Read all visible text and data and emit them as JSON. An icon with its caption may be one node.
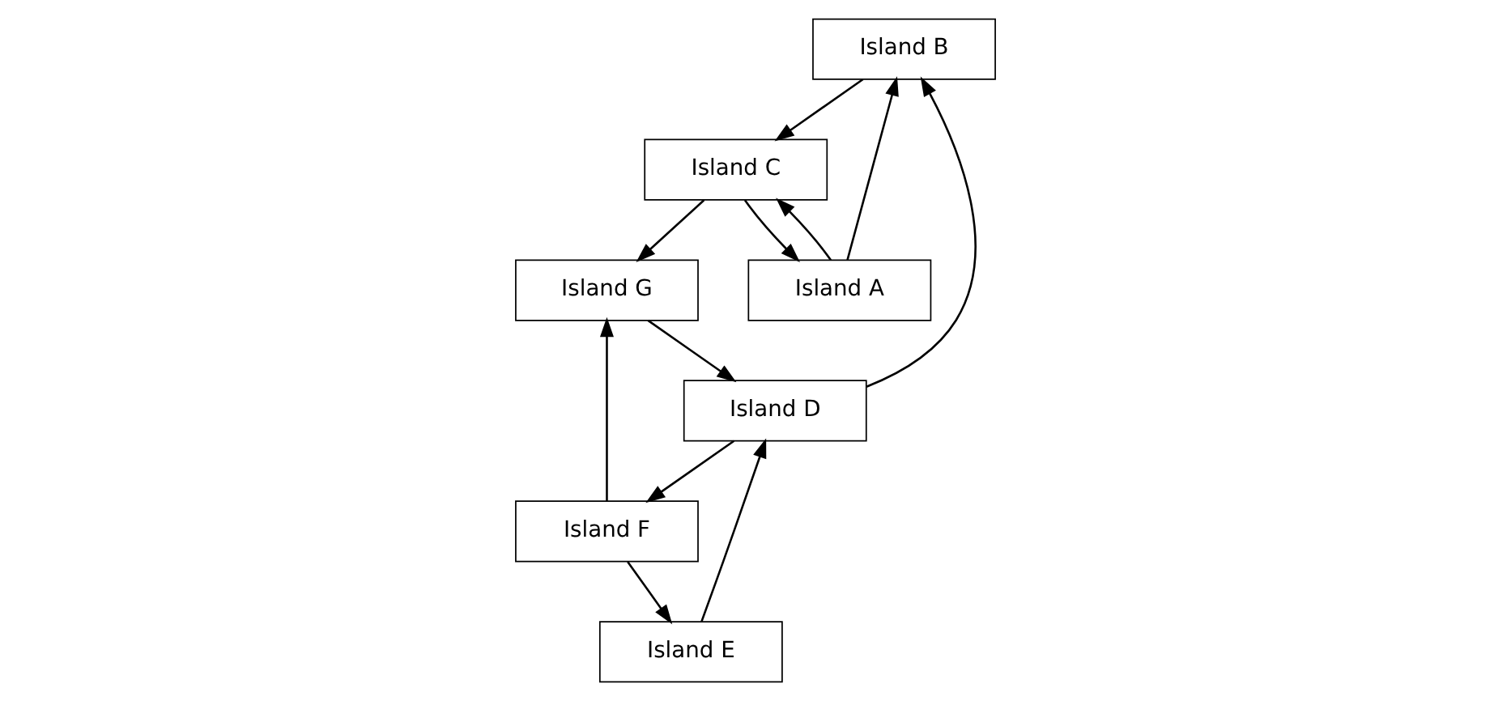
{
  "diagram": {
    "nodes": [
      {
        "text": [
          "Island B"
        ]
      },
      {
        "text": [
          "Island D"
        ]
      },
      {
        "text": [
          "Island F"
        ]
      },
      {
        "text": [
          "Island A"
        ]
      },
      {
        "text": [
          "Island G"
        ]
      },
      {
        "text": [
          "Island C"
        ]
      },
      {
        "text": [
          "Island E"
        ]
      }
    ],
    "edges": [
      {
        "from": 3,
        "to": 0,
        "arrow": "to"
      },
      {
        "from": 1,
        "to": 2,
        "arrow": "to"
      },
      {
        "from": 1,
        "to": 0,
        "arrow": "to"
      },
      {
        "from": 0,
        "to": 5,
        "arrow": "to"
      },
      {
        "from": 3,
        "to": 5,
        "arrow": "to"
      },
      {
        "from": 5,
        "to": 3,
        "arrow": "to"
      },
      {
        "from": 2,
        "to": 6,
        "arrow": "to"
      },
      {
        "from": 2,
        "to": 4,
        "arrow": "to"
      },
      {
        "from": 6,
        "to": 1,
        "arrow": "to"
      },
      {
        "from": 4,
        "to": 1,
        "arrow": "to"
      },
      {
        "from": 5,
        "to": 4,
        "arrow": "to"
      }
    ]
  }
}
